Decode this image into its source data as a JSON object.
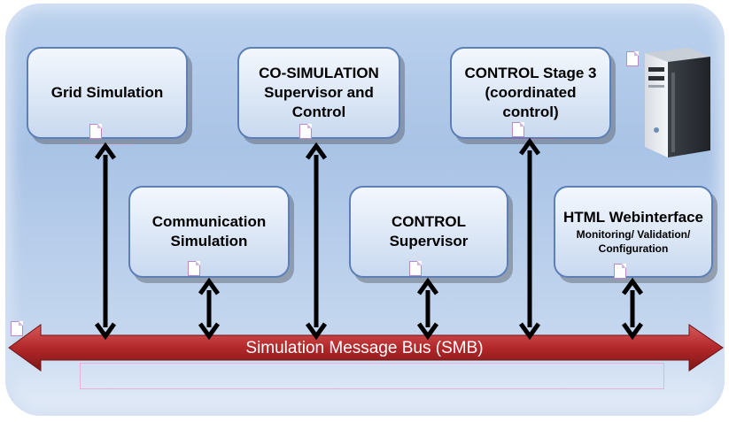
{
  "diagram": {
    "boxes": {
      "grid_simulation": {
        "label": "Grid Simulation"
      },
      "co_simulation": {
        "label": "CO-SIMULATION Supervisor and Control"
      },
      "control_stage3": {
        "label": "CONTROL Stage 3 (coordinated control)"
      },
      "communication_simulation": {
        "label": "Communication Simulation"
      },
      "control_supervisor": {
        "label": "CONTROL Supervisor"
      },
      "html_webinterface": {
        "title": "HTML Webinterface",
        "subtitle": "Monitoring/ Validation/ Configuration"
      }
    },
    "bus": {
      "label": "Simulation Message Bus (SMB)"
    },
    "colors": {
      "bus_fill": "#b3282a",
      "box_border": "#5b7fb6",
      "panel_background": "#b4cbea",
      "arrow": "#000000"
    },
    "icons": [
      "document-icon",
      "computer-tower-icon"
    ]
  }
}
